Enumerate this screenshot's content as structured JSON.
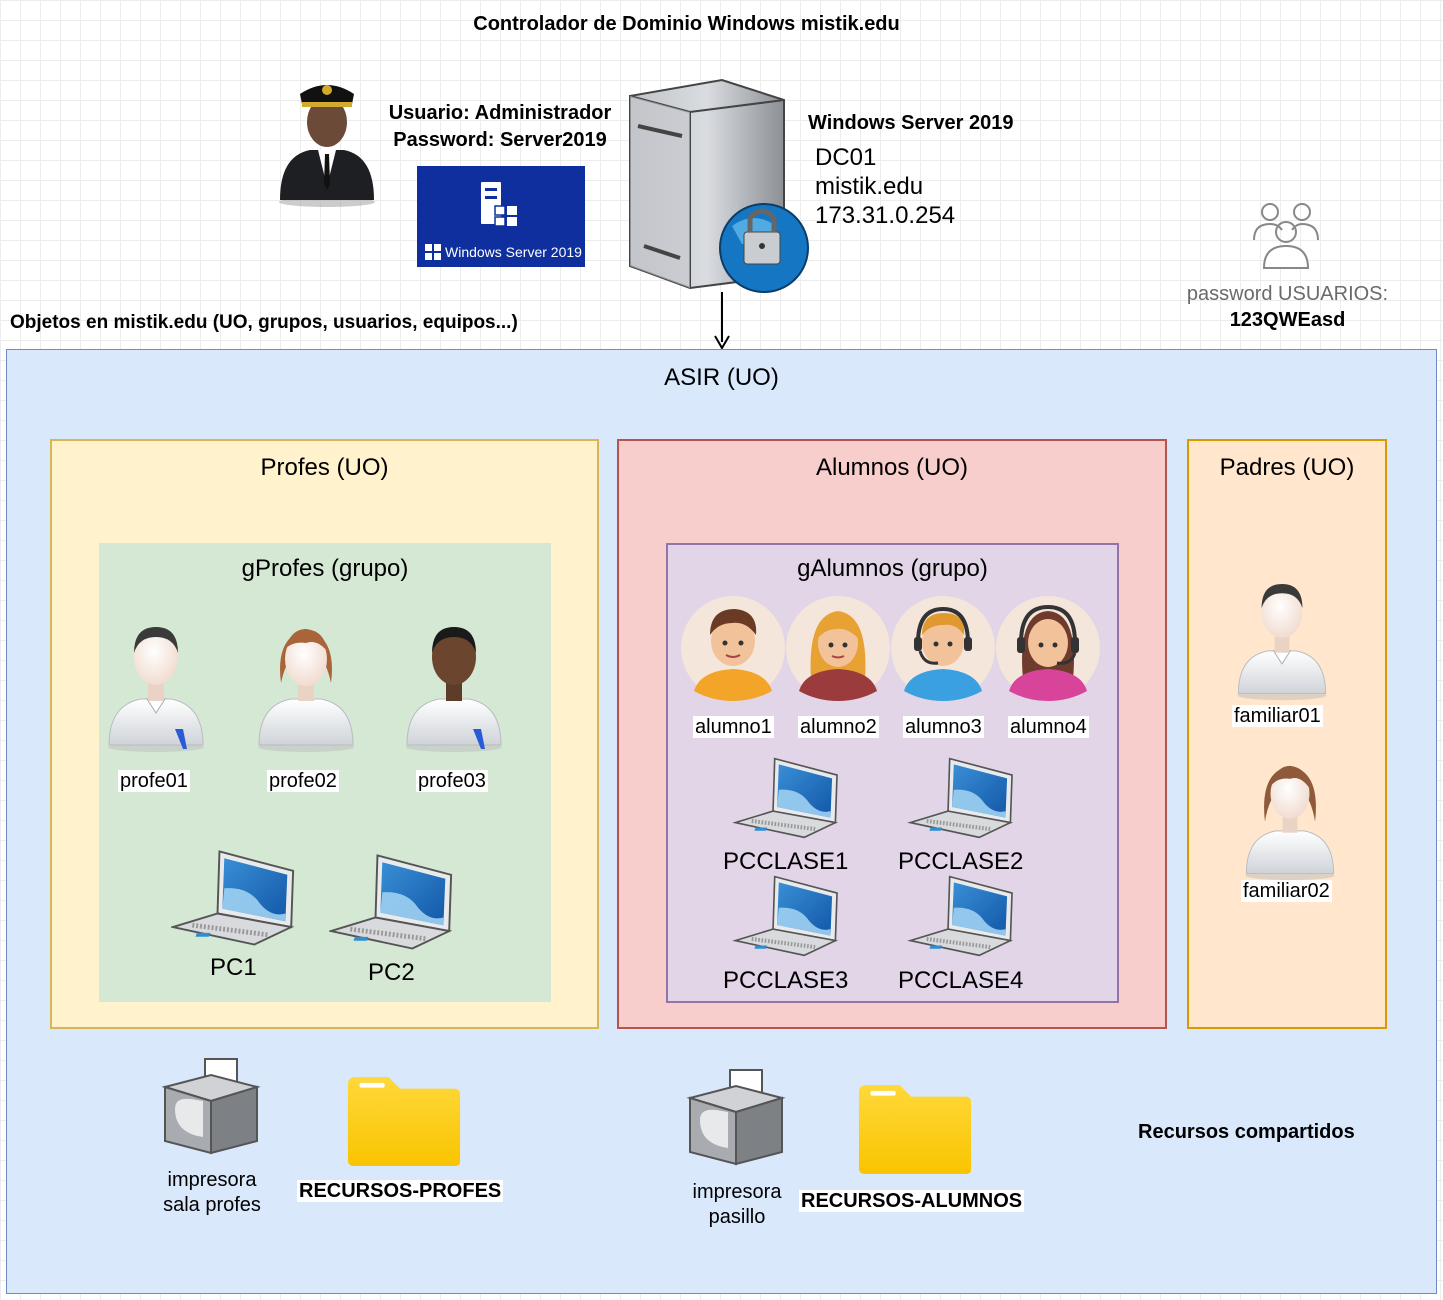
{
  "header": {
    "title": "Controlador de Dominio Windows mistik.edu",
    "admin_user": "Usuario: Administrador",
    "admin_password": "Password: Server2019",
    "ws_logo_text": "Windows Server 2019",
    "server_title": "Windows Server 2019",
    "server_name": "DC01",
    "server_domain": "mistik.edu",
    "server_ip": "173.31.0.254",
    "users_password_label": "password USUARIOS:",
    "users_password_value": "123QWEasd",
    "objects_caption": "Objetos en mistik.edu (UO, grupos, usuarios, equipos...)"
  },
  "asir": {
    "title": "ASIR (UO)",
    "profes": {
      "title": "Profes (UO)",
      "group_title": "gProfes (grupo)",
      "users": [
        "profe01",
        "profe02",
        "profe03"
      ],
      "computers": [
        "PC1",
        "PC2"
      ]
    },
    "alumnos": {
      "title": "Alumnos (UO)",
      "group_title": "gAlumnos (grupo)",
      "users": [
        "alumno1",
        "alumno2",
        "alumno3",
        "alumno4"
      ],
      "computers": [
        "PCCLASE1",
        "PCCLASE2",
        "PCCLASE3",
        "PCCLASE4"
      ]
    },
    "padres": {
      "title": "Padres (UO)",
      "users": [
        "familiar01",
        "familiar02"
      ]
    },
    "resources": {
      "title": "Recursos compartidos",
      "printer_profes": [
        "impresora",
        "sala profes"
      ],
      "folder_profes": "RECURSOS-PROFES",
      "printer_pasillo": [
        "impresora",
        "pasillo"
      ],
      "folder_alumnos": "RECURSOS-ALUMNOS"
    }
  },
  "colors": {
    "asir_fill": "#dae8fc",
    "asir_stroke": "#6c8ebf",
    "profes_fill": "#fff2cc",
    "profes_stroke": "#d6b656",
    "gprofes_fill": "#d5e8d4",
    "alumnos_fill": "#f8cecc",
    "alumnos_stroke": "#b85450",
    "galumnos_fill": "#e1d5e7",
    "galumnos_stroke": "#9673a6",
    "padres_fill": "#ffe6cc",
    "padres_stroke": "#d79b00"
  }
}
